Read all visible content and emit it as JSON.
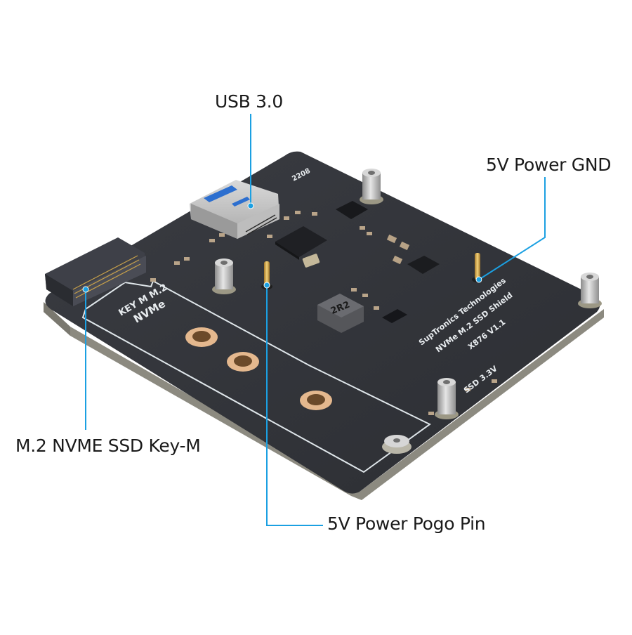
{
  "product": {
    "board_name": "SupTronics Technologies NVMe M.2 SSD Shield X876 V1.1",
    "colors": {
      "background": "#ffffff",
      "pcb": "#34363c",
      "pcb_edge": "#8c8a80",
      "silkscreen": "#e8ecef",
      "callout_line": "#1ba0e2",
      "label_text": "#1a1a1a",
      "copper_pad": "#e4b88e",
      "standoff": "#c7c7c7"
    }
  },
  "callouts": [
    {
      "id": "usb",
      "label": "USB 3.0",
      "target": "usb-3-port"
    },
    {
      "id": "gnd",
      "label": "5V Power GND",
      "target": "ground-pin"
    },
    {
      "id": "m2",
      "label": "M.2 NVME SSD Key-M",
      "target": "m2-slot"
    },
    {
      "id": "pogo",
      "label": "5V Power Pogo Pin",
      "target": "pogo-pin"
    }
  ],
  "silkscreen": {
    "key_line1": "KEY M M.2",
    "key_line2": "NVMe",
    "brand_line1": "SupTronics Technologies",
    "brand_line2": "NVMe M.2 SSD Shield",
    "brand_line3": "X876 V1.1",
    "ssd_voltage": "SSD 3.3V",
    "inductor_marking": "2R2",
    "date_code": "2208"
  }
}
